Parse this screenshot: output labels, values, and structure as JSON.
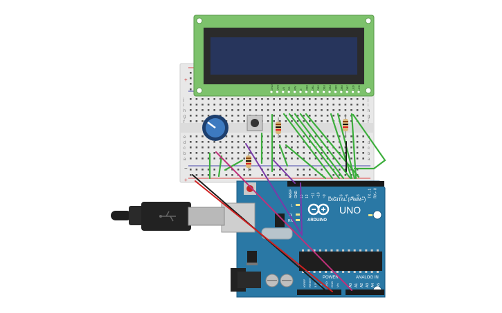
{
  "arduino": {
    "brand_uno": "UNO",
    "brand_arduino": "ARDUINO",
    "digital_label": "DIGITAL (PWM~)",
    "analog_label": "ANALOG IN",
    "power_label": "POWER",
    "tx_label": "TX",
    "rx_label": "RX",
    "l_label": "L",
    "on_label": "ON",
    "aref_label": "AREF",
    "gnd_label": "GND",
    "digital_pins": [
      "13",
      "12",
      "~11",
      "~10",
      "~9",
      "8",
      "7",
      "~6",
      "~5",
      "4",
      "~3",
      "2",
      "TX→1",
      "RX←0"
    ],
    "analog_pins": [
      "A0",
      "A1",
      "A2",
      "A3",
      "A4",
      "A5"
    ],
    "power_pins": [
      "IOREF",
      "RESET",
      "3.3V",
      "5V",
      "GND",
      "GND",
      "Vin"
    ]
  },
  "lcd": {
    "pins": [
      "GND",
      "VCC",
      "V0",
      "RS",
      "RW",
      "E",
      "DB0",
      "DB1",
      "DB2",
      "DB3",
      "DB4",
      "DB5",
      "DB6",
      "DB7",
      "LED",
      "LED"
    ]
  },
  "breadboard": {
    "row_letters_top": [
      "j",
      "i",
      "h",
      "g",
      "f"
    ],
    "row_letters_bottom": [
      "e",
      "d",
      "c",
      "b",
      "a"
    ],
    "rail_plus": "+",
    "rail_minus": "−"
  },
  "colors": {
    "arduino_board": "#2a78a5",
    "lcd_bezel": "#7dc26c",
    "lcd_screen": "#27355c",
    "wire_green": "#3cae3c",
    "wire_red": "#d02020",
    "wire_black": "#1c1c1c",
    "wire_purple": "#7a3aa8",
    "wire_magenta": "#c0307a"
  }
}
